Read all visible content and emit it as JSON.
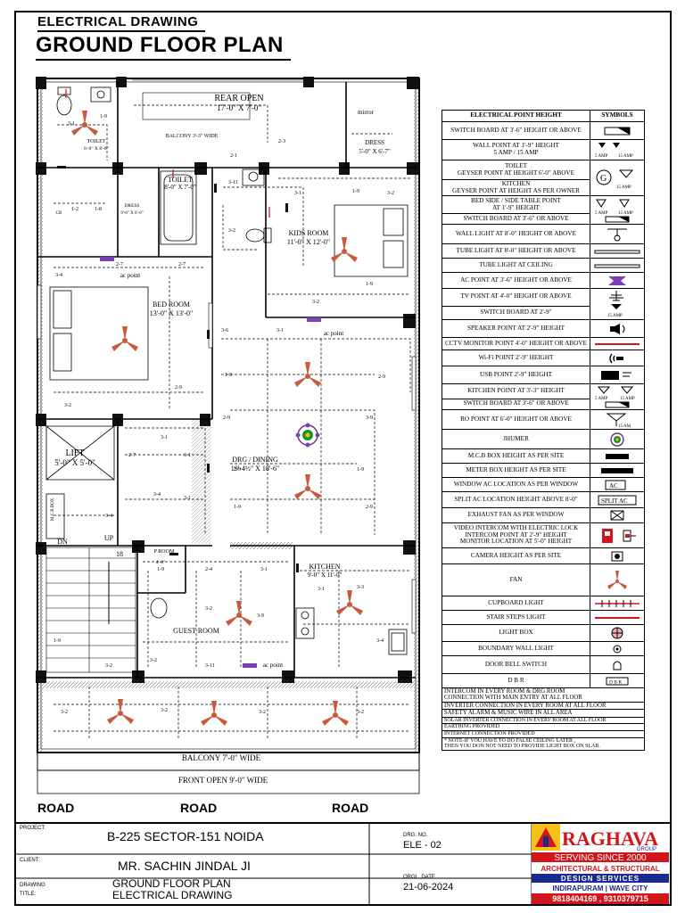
{
  "header": {
    "subtitle": "ELECTRICAL DRAWING",
    "title": "GROUND FLOOR PLAN"
  },
  "rooms": {
    "rear_open": "REAR OPEN",
    "rear_open_dim": "17'-0\" X 7'-0\"",
    "balcony_rear": "BALCONY 3'-3\" WIDE",
    "toilet1": "TOILET",
    "toilet1_dim": "6'-0\" X 8'-0\"",
    "mirror": "mirror",
    "cb": "CB",
    "dress1": "DRESS",
    "dress1_dim": "5'-0\" X 6'-7\"",
    "toilet2": "TOILET",
    "toilet2_dim": "8'-0\" X 7'-0\"",
    "dress2": "DRESS",
    "dress2_dim": "9'-6\" X 6'-0\"",
    "kids_room": "KIDS ROOM",
    "kids_room_dim": "11'-0\" X 12'-0\"",
    "bed_room": "BED ROOM",
    "bed_room_dim": "13'-0\" X 13'-0\"",
    "ac_point": "ac point",
    "lift": "LIFT",
    "lift_dim": "5'-0\" X 5'-0\"",
    "mcb_box": "M.C.B BOX",
    "drg_dining": "DRG / DINING",
    "drg_dining_dim": "19'-4½\" X 18'-6\"",
    "dn": "DN",
    "up": "UP",
    "step18": "18",
    "p_room": "P ROOM",
    "p_room_dim": "4'-0\"",
    "kitchen": "KITCHEN",
    "kitchen_dim": "9'-0\" X 11'-0\"",
    "guest_room": "GUEST ROOM",
    "balcony_front": "BALCONY 7'-0\" WIDE",
    "front_open": "FRONT OPEN 9'-0\" WIDE",
    "road": "ROAD"
  },
  "legend": {
    "col1": "ELECTRICAL POINT HEIGHT",
    "col2": "SYMBOLS",
    "rows": [
      "SWITCH BOARD AT 3'-6\" HEIGHT OR ABOVE",
      "WALL POINT AT 1'-9\" HEIGHT\n5 AMP / 15 AMP",
      "TOILET\nGEYSER POINT AT HEIGHT 6'-0\" ABOVE",
      "KITCHEN\nGEYSER POINT AT HEIGHT AS PER OWNER",
      "BED SIDE / SIDE TABLE POINT\nAT 1'-9\" HEIGHT",
      "SWITCH BOARD AT 3'-6\" OR ABOVE",
      "WALL LIGHT AT 8'-0\" HEIGHT OR ABOVE",
      "TUBE LIGHT AT 8'-0\" HEIGHT OR ABOVE",
      "TUBE LIGHT AT CEILING",
      "AC POINT AT 3'-6\" HEIGHT OR ABOVE",
      "TV POINT AT 4'-0\" HEIGHT OR ABOVE",
      "SWITCH BOARD AT 2'-9\"",
      "SPEAKER POINT AT 2'-9\" HEIGHT",
      "CCTV MONITOR POINT 4'-0\" HEIGHT OR ABOVE",
      "Wi-Fi POINT 2'-9\" HEIGHT",
      "USB POINT 2'-9\" HEIGHT",
      "KITCHEN POINT AT 3'-3\" HEIGHT",
      "SWITCH BOARD AT 3'-6\" OR ABOVE",
      "RO POINT AT 6'-0\" HEIGHT OR ABOVE",
      "JHUMER",
      "M.C.B BOX HEIGHT AS PER SITE",
      "METER BOX HEIGHT AS PER SITE",
      "WINDOW AC LOCATION AS PER WINDOW",
      "SPLIT AC LOCATION HEIGHT ABOVE 8'-0\"",
      "EXHAUST FAN AS PER WINDOW",
      "VIDEO INTERCOM WITH ELECTRIC LOCK\nINTERCOM POINT AT 2'-9\" HEIGHT\nMONITOR LOCATION AT 5'-0\" HEIGHT",
      "CAMERA HEIGHT AS PER SITE",
      "FAN",
      "CUPBOARD LIGHT",
      "STAIR STEPS LIGHT",
      "LIGHT BOX",
      "BOUNDARY WALL LIGHT",
      "DOOR BELL SWITCH",
      "D B R"
    ],
    "amp5": "5 AMP",
    "amp15": "15 AMP",
    "ac_label": "AC",
    "split_ac_label": "SPLIT AC",
    "dbr_label": "D B R",
    "notes": [
      "INTERCOM IN EVERY ROOM & DRG ROOM\nCONNECTION WITH MAIN ENTRY AT ALL FLOOR",
      "INVERTER CONNECTION IN EVERY ROOM AT ALL FLOOR",
      "SAFETY ALARM & MUSIC WIRE IN ALL AREA",
      "SOLAR INVERTER CONNECTION IN EVERY ROOM AT ALL FLOOR",
      "EARTHING PROVIDED",
      "INTERNET CONNECTION PROVIDED",
      "* NOTE-IF YOU HAVE TO DO FALSE CEILING LATER ,\nTHEN YOU DON NOT NEED TO PROVIDE LIGHT BOX ON SLAB."
    ]
  },
  "title_block": {
    "project_label": "PROJECT:",
    "project": "B-225 SECTOR-151 NOIDA",
    "client_label": "CLIENT:",
    "client": "MR. SACHIN JINDAL JI",
    "drawing_label": "DRAWING",
    "title_label": "TITLE:",
    "drawing_title_1": "GROUND FLOOR PLAN",
    "drawing_title_2": "ELECTRICAL DRAWING",
    "drg_no_label": "DRG. NO.",
    "drg_no": "ELE - 02",
    "orgl_date_label": "ORGL. DATE",
    "orgl_date": "21-06-2024"
  },
  "logo": {
    "name": "RAGHAVA",
    "group": "GROUP",
    "tag1": "SERVING SINCE 2000",
    "tag2": "ARCHITECTURAL & STRUCTURAL",
    "tag3": "DESIGN SERVICES",
    "tag4": "INDIRAPURAM | WAVE CITY",
    "phone": "9818404169 , 9310379715"
  },
  "colors": {
    "fan": "#c85a3c",
    "logo_red": "#d0151b",
    "logo_blue": "#1b2a8c",
    "logo_yellow": "#f6c21a",
    "ac_purple": "#7a3fb0"
  }
}
